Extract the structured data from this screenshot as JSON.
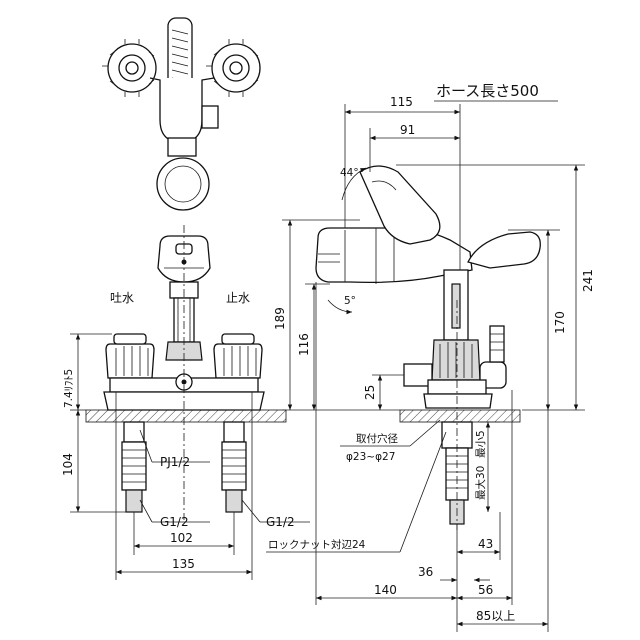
{
  "labels": {
    "hose_length": "ホース長さ500",
    "spout_water": "吐水",
    "stop_water": "止水",
    "pipe_thread": "PJ1/2",
    "g_left": "G1/2",
    "g_right": "G1/2",
    "locknut": "ロックナット対辺24",
    "mount_hole_title": "取付穴径",
    "mount_hole_range": "φ23~φ27",
    "angle_44": "44°",
    "angle_5": "5°",
    "thickness_max": "最大30",
    "thickness_min": "最小5",
    "counter_thickness_note": "7.4ﾘﾌﾄ5"
  },
  "dimensions": {
    "d115": "115",
    "d91": "91",
    "d241": "241",
    "d189": "189",
    "d170": "170",
    "d116": "116",
    "d25": "25",
    "d104": "104",
    "d102": "102",
    "d135": "135",
    "d43": "43",
    "d36": "36",
    "d140": "140",
    "d56": "56",
    "d85": "85以上"
  }
}
